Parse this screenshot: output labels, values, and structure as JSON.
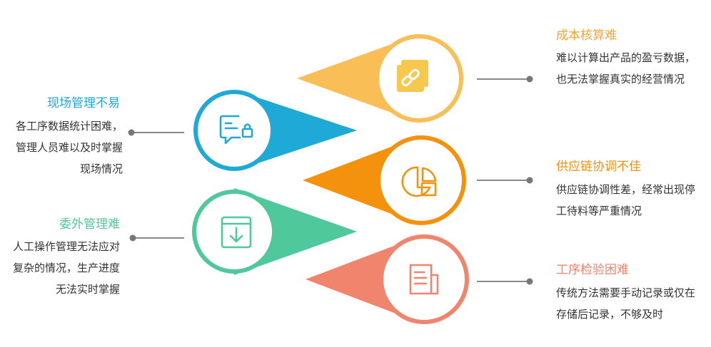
{
  "colors": {
    "blue": "#1fa9d6",
    "green": "#4fc99b",
    "yellow": "#f9be56",
    "orange": "#f5920d",
    "salmon": "#f0846d",
    "connector": "#888888"
  },
  "items": [
    {
      "side": "left",
      "color": "#1fa9d6",
      "icon": "chat-lock-icon",
      "title": "现场管理不易",
      "lines": [
        "各工序数据统计困难，",
        "管理人员难以及时掌握",
        "现场情况"
      ]
    },
    {
      "side": "left",
      "color": "#4fc99b",
      "icon": "download-box-icon",
      "title": "委外管理难",
      "lines": [
        "人工操作管理无法应对",
        "复杂的情况，生产进度",
        "无法实时掌握"
      ]
    },
    {
      "side": "right",
      "color": "#f9be56",
      "icon": "link-icon",
      "title": "成本核算难",
      "lines": [
        "难以计算出产品的盈亏数据，",
        "也无法掌握真实的经营情况"
      ]
    },
    {
      "side": "right",
      "color": "#f5920d",
      "icon": "pie-chart-icon",
      "title": "供应链协调不佳",
      "lines": [
        "供应链协调性差，经常出现停",
        "工待料等严重情况"
      ]
    },
    {
      "side": "right",
      "color": "#f0846d",
      "icon": "document-icon",
      "title": "工序检验困难",
      "lines": [
        "传统方法需要手动记录或仅在",
        "存储后记录，不够及时"
      ]
    }
  ]
}
